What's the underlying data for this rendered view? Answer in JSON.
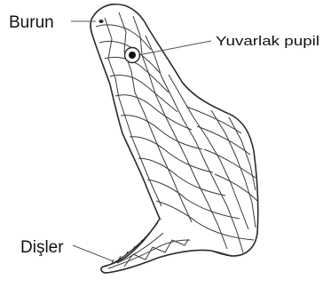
{
  "labels": {
    "nose": "Burun",
    "pupil": "Yuvarlak pupil",
    "teeth": "Dişler"
  },
  "colors": {
    "outline": "#2a2a2a",
    "leader_line": "#555555",
    "text": "#111111",
    "background": "#ffffff"
  }
}
